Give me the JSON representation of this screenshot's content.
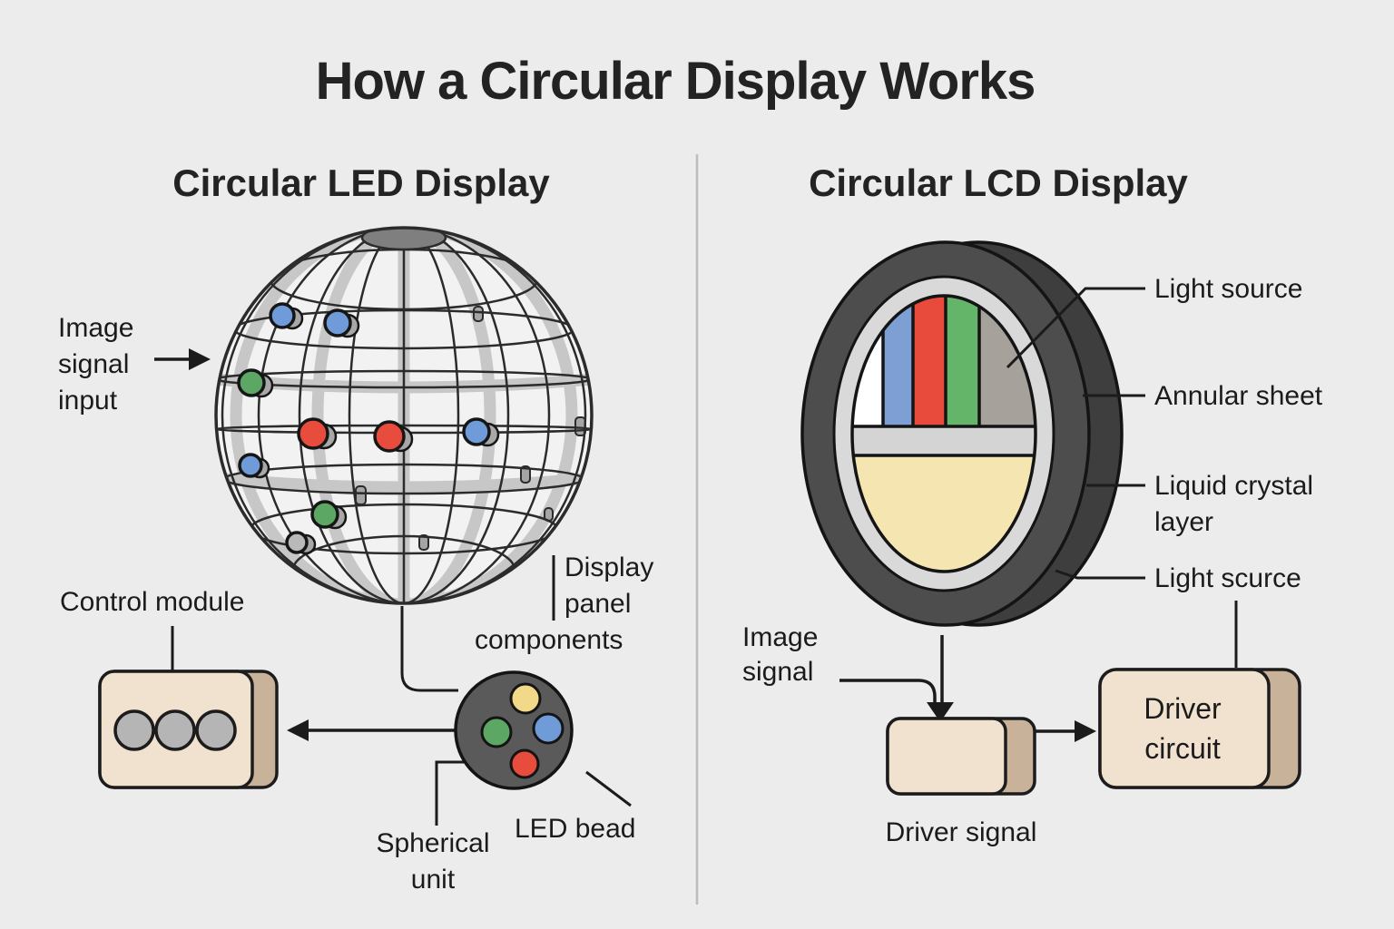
{
  "title": "How a Circular Display Works",
  "led_section": {
    "heading": "Circular LED Display",
    "image_signal_input": {
      "line1": "Image",
      "line2": "signal",
      "line3": "input"
    },
    "control_module": "Control module",
    "display_panel_components": {
      "line1": "Display",
      "line2": "panel",
      "line3": "components"
    },
    "spherical_unit": {
      "line1": "Spherical",
      "line2": "unit"
    },
    "led_bead": "LED bead"
  },
  "lcd_section": {
    "heading": "Circular LCD Display",
    "light_source": "Light source",
    "annular_sheet": "Annular sheet",
    "liquid_crystal_layer": {
      "line1": "Liquid crystal",
      "line2": "layer"
    },
    "light_scurce": "Light scurce",
    "image_signal": {
      "line1": "Image",
      "line2": "signal"
    },
    "driver_signal": "Driver signal",
    "driver_circuit": {
      "line1": "Driver",
      "line2": "circuit"
    }
  },
  "colors": {
    "background": "#ececec",
    "text": "#1b1b1b",
    "led_red": "#e74c3c",
    "led_green": "#5ca763",
    "led_blue": "#6f9bd9",
    "led_yellow": "#f2d98a",
    "bead_gray": "#b9b9b9",
    "stripe_blue": "#7d9fd3",
    "stripe_red": "#e84b3c",
    "stripe_green": "#64b56a",
    "stripe_gray": "#a6a19a",
    "backlight_cream": "#f5e5b0",
    "box_beige": "#f0e2cf",
    "box_beige_dark": "#c9b29a",
    "ring_dark": "#4d4d4d"
  }
}
